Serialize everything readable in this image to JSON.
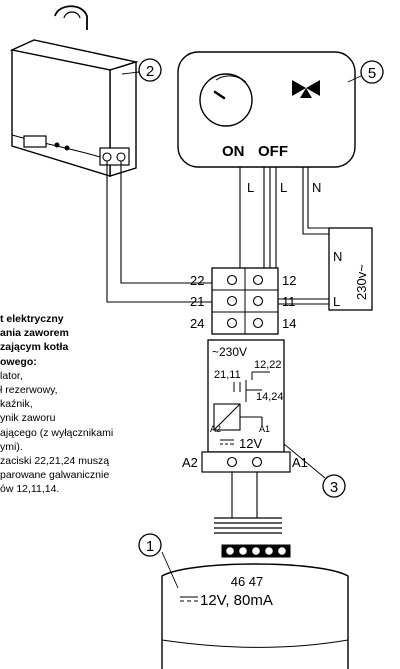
{
  "callouts": {
    "c1": "1",
    "c2": "2",
    "c3": "3",
    "c5": "5"
  },
  "switch": {
    "on": "ON",
    "off": "OFF"
  },
  "wire_labels": {
    "l1": "L",
    "l2": "L",
    "n": "N"
  },
  "supply": {
    "n": "N",
    "l": "L",
    "voltage": "230v~"
  },
  "terminals": {
    "t22": "22",
    "t21": "21",
    "t24": "24",
    "t12": "12",
    "t11": "11",
    "t14": "14"
  },
  "relay": {
    "voltage": "~230V",
    "contacts_no": "12,22",
    "contacts_com": "21,11",
    "contacts_nc": "14,24",
    "coil_a2": "A2",
    "coil_a1": "A1",
    "coil_voltage": "12V",
    "base_a2": "A2",
    "base_a1": "A1"
  },
  "regulator": {
    "terminals": "46 47",
    "rating": "12V, 80mA"
  },
  "caption": {
    "title": [
      "t elektryczny",
      "ania zaworem",
      "zającym kotła",
      "owego:"
    ],
    "items": [
      "lator,",
      "ł rezerwowy,",
      "kaźnik,",
      "ynik zaworu",
      "ającego (z wyłącznikami",
      "ymi).",
      "zaciski 22,21,24 muszą",
      "parowane galwanicznie",
      "ów 12,11,14."
    ]
  }
}
